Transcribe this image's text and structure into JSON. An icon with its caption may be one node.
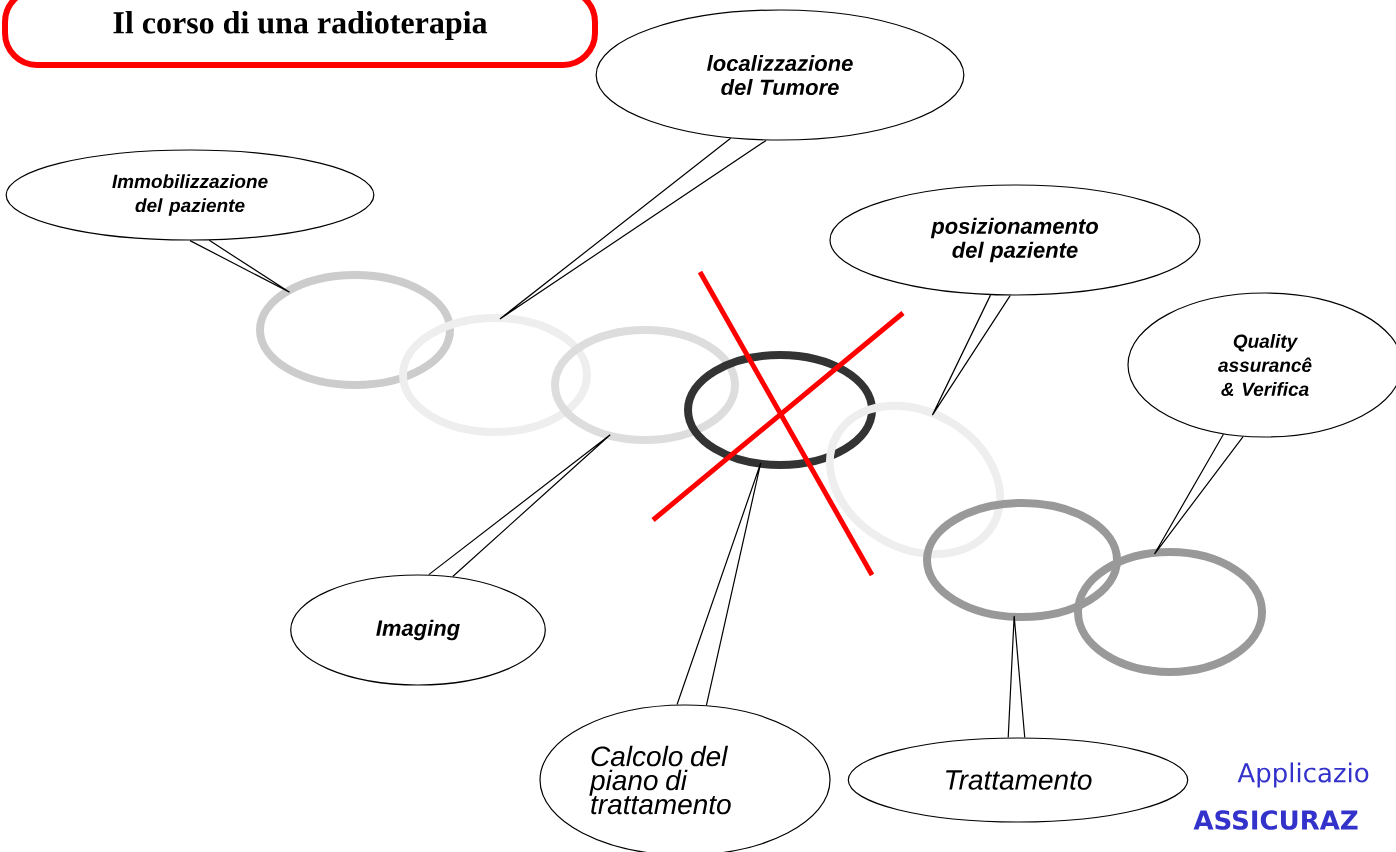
{
  "diagram": {
    "title": "Il corso di una radioterapia",
    "nodes": [
      {
        "text": [
          "Immobilizzazione del paziente"
        ]
      },
      {
        "text": [
          "localizzazione del Tumore"
        ]
      },
      {
        "text": [
          "posizionamento del paziente"
        ]
      },
      {
        "text": [
          "Quality assurancê & Verifica"
        ]
      },
      {
        "text": [
          "Imaging"
        ]
      },
      {
        "text": [
          "Calcolo del piano di trattamento"
        ]
      },
      {
        "text": [
          "Trattamento"
        ]
      },
      {
        "text": [],
        "shape": "circle"
      },
      {
        "text": [],
        "shape": "circle"
      },
      {
        "text": [],
        "shape": "circle"
      },
      {
        "text": [],
        "shape": "circle"
      },
      {
        "text": [],
        "shape": "circle"
      },
      {
        "text": [],
        "shape": "circle"
      },
      {
        "text": [],
        "shape": "circle"
      }
    ],
    "edges": [
      {
        "from": 0,
        "to": 7,
        "arrow": "none"
      },
      {
        "from": 1,
        "to": 8,
        "arrow": "none"
      },
      {
        "from": 2,
        "to": 11,
        "arrow": "none"
      },
      {
        "from": 3,
        "to": 13,
        "arrow": "none"
      },
      {
        "from": 4,
        "to": 9,
        "arrow": "none"
      },
      {
        "from": 5,
        "to": 10,
        "arrow": "none"
      },
      {
        "from": 6,
        "to": 12,
        "arrow": "none"
      }
    ],
    "labels": [
      "Applicazio",
      "ASSICURAZ"
    ]
  }
}
